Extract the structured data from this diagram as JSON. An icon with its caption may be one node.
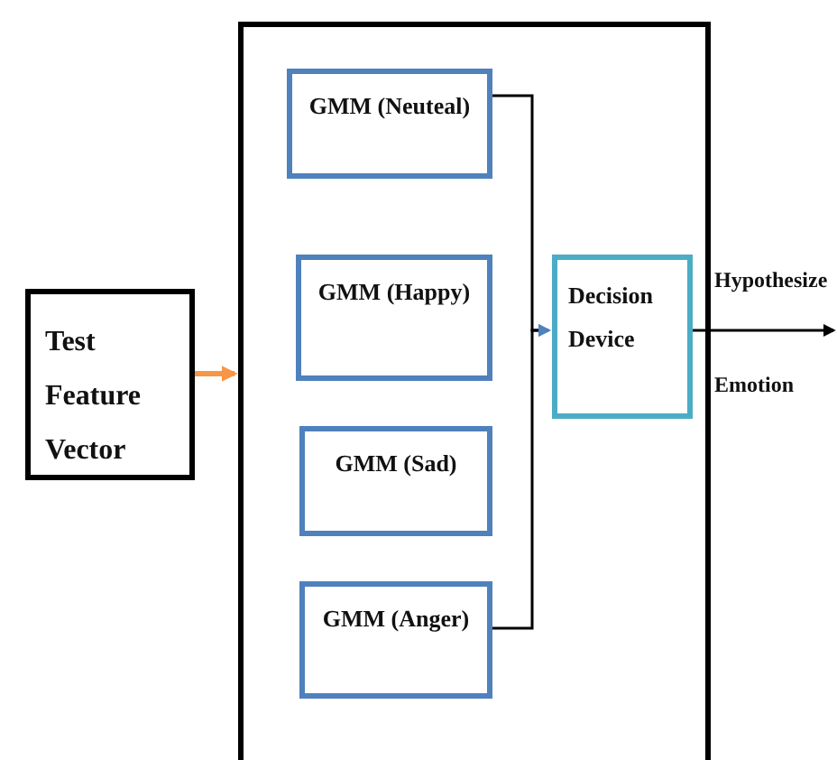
{
  "diagram": {
    "nodes": [
      {
        "text": [
          "Test Feature Vector"
        ]
      },
      {
        "text": [],
        "shape": "box"
      },
      {
        "text": [
          "GMM (Neuteal)"
        ],
        "in": 1
      },
      {
        "text": [
          "GMM (Happy)"
        ],
        "in": 1
      },
      {
        "text": [
          "GMM (Sad)"
        ],
        "in": 1
      },
      {
        "text": [
          "GMM (Anger)"
        ],
        "in": 1
      },
      {
        "text": [
          "Decision Device"
        ],
        "in": 1
      }
    ],
    "edges": [
      {
        "from": 0,
        "to": 1,
        "arrow": "to",
        "style": "thick",
        "color": "#f79646"
      },
      {
        "from": 2,
        "to": 6,
        "arrow": "to"
      },
      {
        "from": 5,
        "to": 6,
        "arrow": "to"
      },
      {
        "from": 6,
        "to": null,
        "arrow": "to"
      }
    ],
    "labels": [
      "Hypothesize",
      "Emotion"
    ]
  }
}
